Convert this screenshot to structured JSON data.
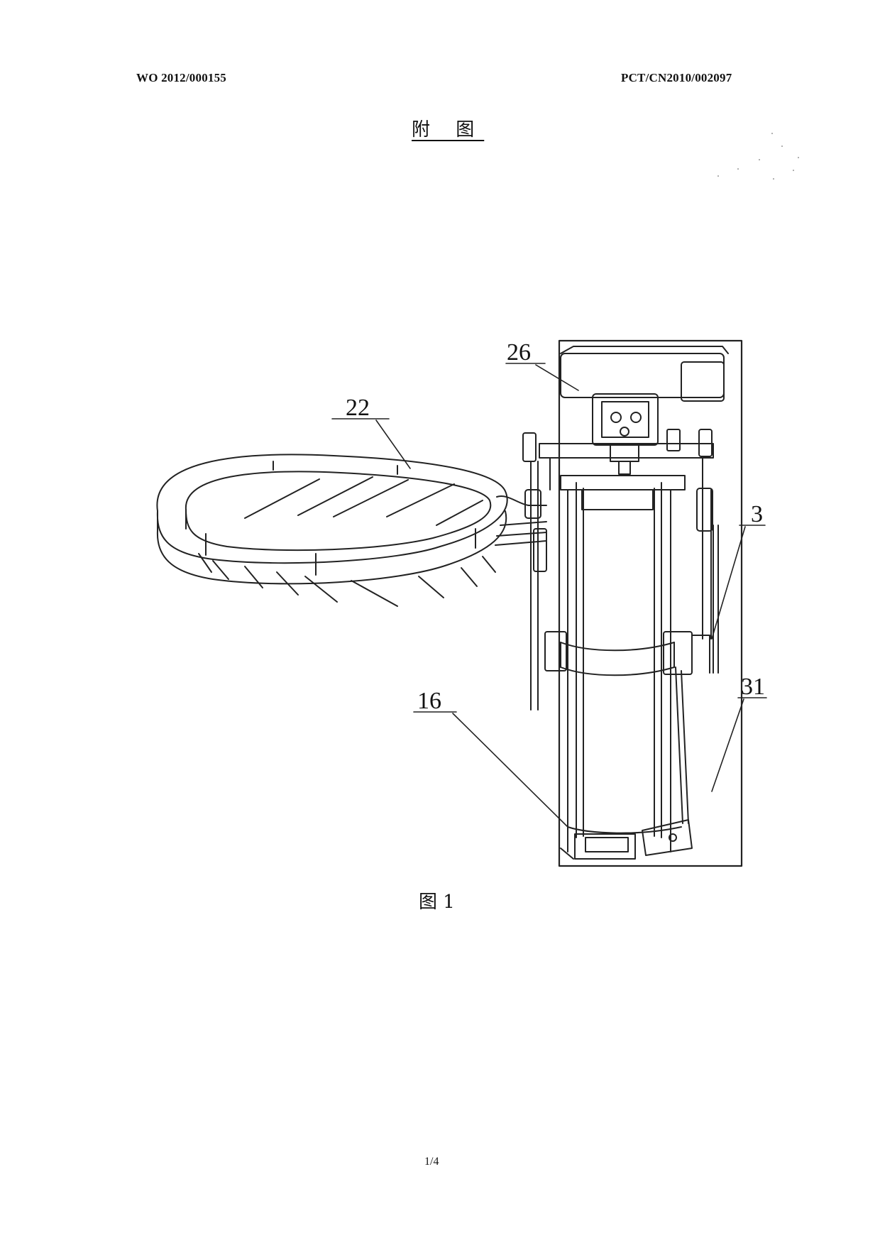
{
  "header": {
    "publication_number": "WO 2012/000155",
    "application_number": "PCT/CN2010/002097"
  },
  "drawings_title": "附 图",
  "figure": {
    "caption": "图 1",
    "reference_labels": {
      "frame_ring": "22",
      "top_housing": "26",
      "side_rod": "3",
      "outer_box": "31",
      "lower_rod": "16"
    }
  },
  "footer": {
    "page_number": "1/4"
  }
}
